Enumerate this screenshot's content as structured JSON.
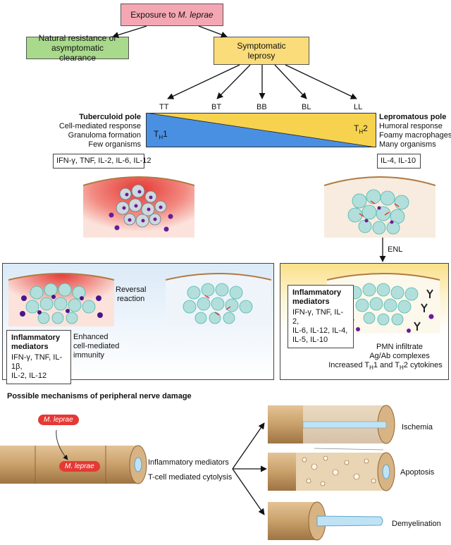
{
  "top": {
    "exposure_prefix": "Exposure to ",
    "exposure_organism": "M. leprae",
    "natural": "Natural resistance or asymptomatic clearance",
    "symptomatic": "Symptomatic leprosy"
  },
  "spectrum": {
    "categories": [
      "TT",
      "BT",
      "BB",
      "BL",
      "LL"
    ],
    "th1_main": "T",
    "th1_sub": "H",
    "th1_end": "1",
    "th2_main": "T",
    "th2_sub": "H",
    "th2_end": "2"
  },
  "tuberculoid": {
    "title": "Tuberculoid pole",
    "lines": [
      "Cell-mediated response",
      "Granuloma formation",
      "Few organisms"
    ],
    "cytokines": "IFN-γ, TNF, IL-2, IL-6, IL-12"
  },
  "lepromatous": {
    "title": "Lepromatous pole",
    "lines": [
      "Humoral response",
      "Foamy macrophages",
      "Many organisms"
    ],
    "cytokines": "IL-4, IL-10"
  },
  "enl_label": "ENL",
  "reversal": {
    "label_line1": "Reversal",
    "label_line2": "reaction",
    "enhanced": [
      "Enhanced",
      "cell-mediated",
      "immunity"
    ],
    "mediators_title_1": "Inflammatory",
    "mediators_title_2": "mediators",
    "mediators_lines": [
      "IFN-γ, TNF, IL-1β,",
      "IL-2, IL-12"
    ]
  },
  "enl": {
    "mediators_title_1": "Inflammatory",
    "mediators_title_2": "mediators",
    "mediators_lines": [
      "IFN-γ, TNF, IL-2,",
      "IL-6,  IL-12, IL-4,",
      "IL-5, IL-10"
    ],
    "notes": [
      "PMN infiltrate",
      "Ag/Ab complexes"
    ],
    "note3_prefix": "Increased T",
    "note3_sub1": "H",
    "note3_mid": "1 and T",
    "note3_sub2": "H",
    "note3_end": "2 cytokines"
  },
  "nerve": {
    "heading": "Possible mechanisms of peripheral nerve damage",
    "organism_label_1": "M. leprae",
    "organism_label_2": "M. leprae",
    "mechanism_1": "Inflammatory mediators",
    "mechanism_2": "T-cell mediated cytolysis",
    "outcomes": [
      "Ischemia",
      "Apoptosis",
      "Demyelination"
    ]
  },
  "colors": {
    "exposure_box": "#f4a7b3",
    "natural_box": "#a9d98b",
    "symptomatic_box": "#fadc7a",
    "th1_blue": "#4a90e2",
    "th2_yellow": "#f6d24e",
    "nerve_tan": "#c9a06a",
    "inflammation_red": "#e53935"
  }
}
